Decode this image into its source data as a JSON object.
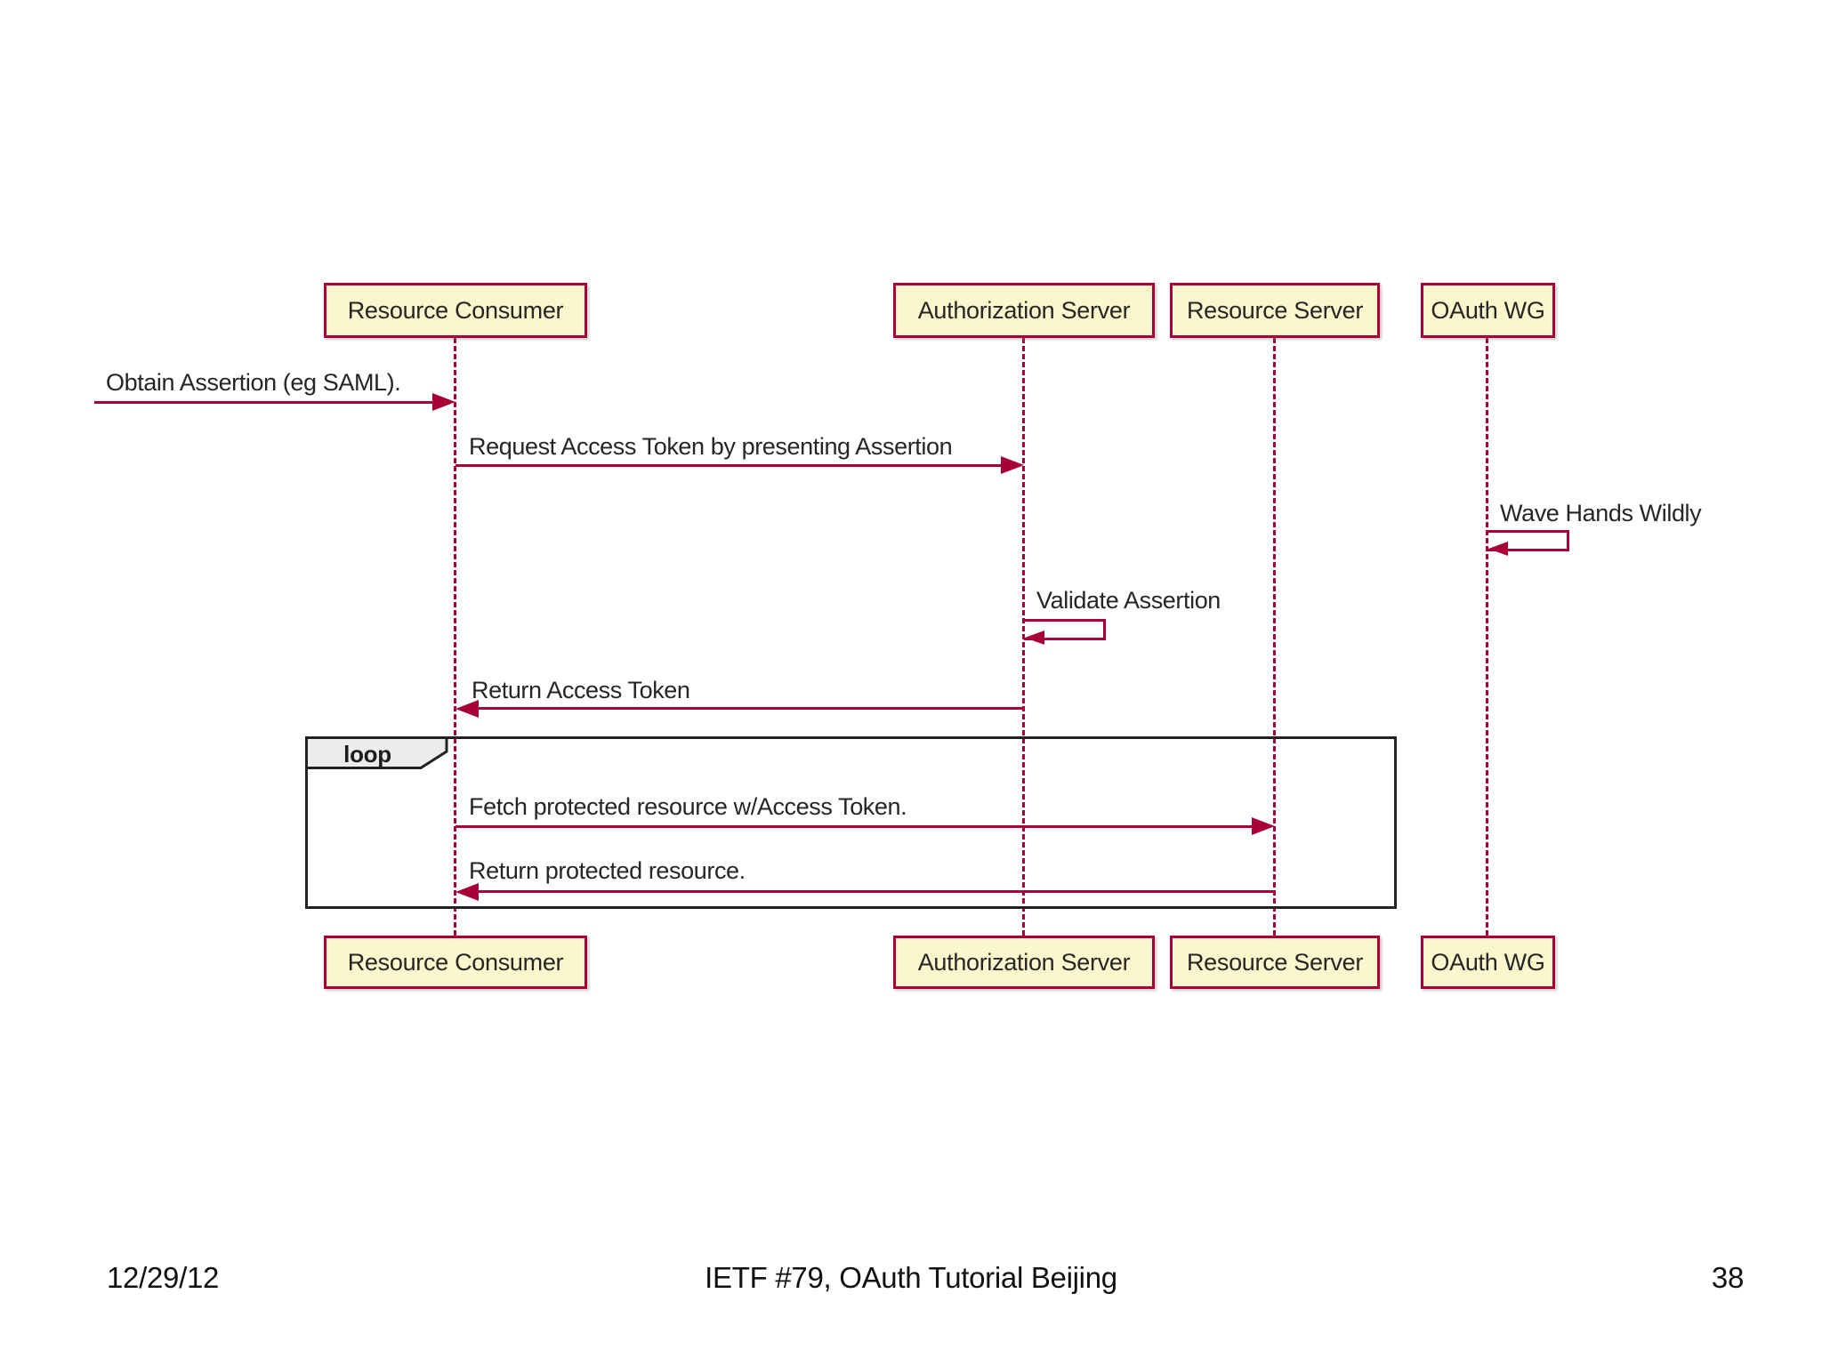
{
  "slide": {
    "footer": {
      "date": "12/29/12",
      "title": "IETF #79, OAuth Tutorial Beijing",
      "page_number": "38"
    }
  },
  "diagram": {
    "type": "uml-sequence",
    "colors": {
      "actor_fill": "#FBF6CB",
      "actor_border": "#A80036",
      "line": "#A80036",
      "frame_border": "#222222",
      "frame_tab_fill": "#ECECEC",
      "text": "#262626"
    },
    "actors": [
      {
        "label": "Resource Consumer"
      },
      {
        "label": "Authorization Server"
      },
      {
        "label": "Resource Server"
      },
      {
        "label": "OAuth WG"
      }
    ],
    "loop_label": "loop",
    "messages": [
      {
        "label": "Obtain Assertion (eg SAML).",
        "from": "(external)",
        "to": "Resource Consumer",
        "direction": "right"
      },
      {
        "label": "Request Access Token by presenting Assertion",
        "from": "Resource Consumer",
        "to": "Authorization Server",
        "direction": "right"
      },
      {
        "label": "Wave Hands Wildly",
        "from": "OAuth WG",
        "to": "OAuth WG",
        "direction": "self"
      },
      {
        "label": "Validate Assertion",
        "from": "Authorization Server",
        "to": "Authorization Server",
        "direction": "self"
      },
      {
        "label": "Return Access Token",
        "from": "Authorization Server",
        "to": "Resource Consumer",
        "direction": "left"
      },
      {
        "label": "Fetch protected resource w/Access Token.",
        "from": "Resource Consumer",
        "to": "Resource Server",
        "direction": "right",
        "in_loop": true
      },
      {
        "label": "Return protected resource.",
        "from": "Resource Server",
        "to": "Resource Consumer",
        "direction": "left",
        "in_loop": true
      }
    ]
  }
}
